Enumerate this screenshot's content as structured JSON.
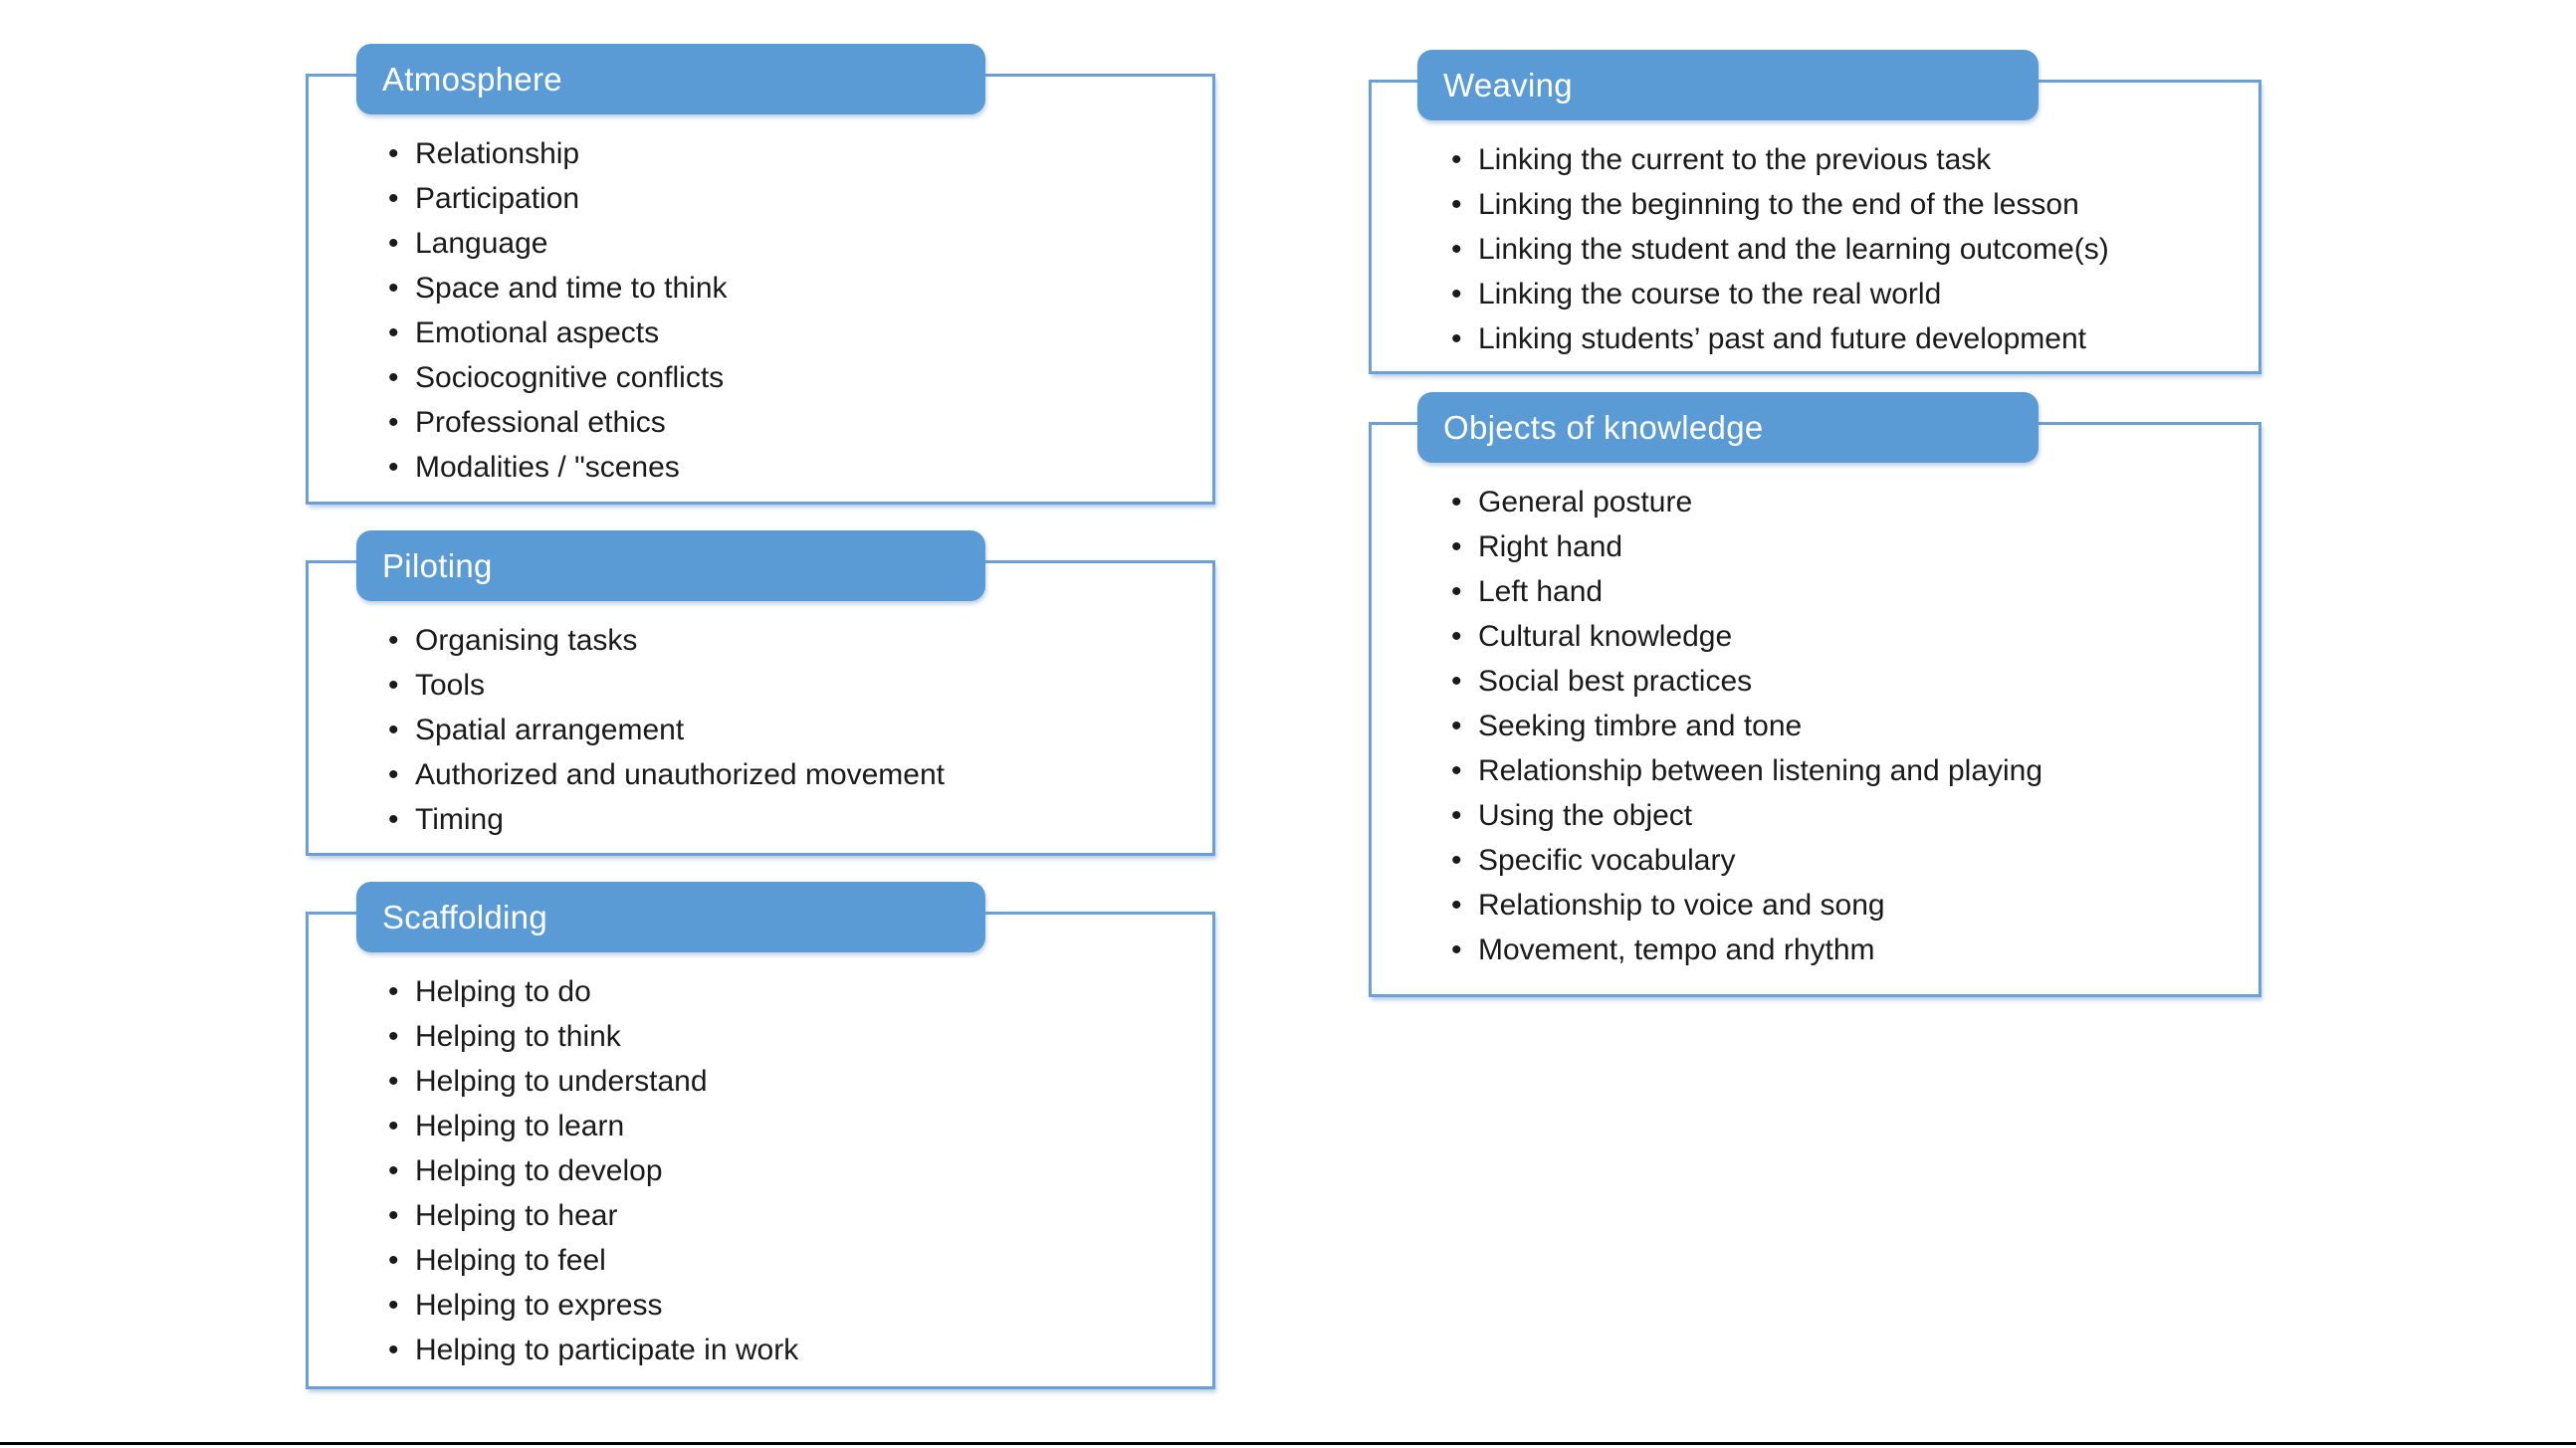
{
  "bullet_char": "•",
  "colors": {
    "header_bg": "#5B9BD5",
    "header_text": "#FFFFFF",
    "box_border": "#6A9FD8",
    "body_text": "#1A1A1A",
    "bottom_rule": "#000000",
    "background": "#FFFFFF"
  },
  "boxes": [
    {
      "title": "Atmosphere",
      "items": [
        "Relationship",
        "Participation",
        "Language",
        "Space and time to think",
        "Emotional aspects",
        "Sociocognitive conflicts",
        "Professional ethics",
        "Modalities / \"scenes"
      ]
    },
    {
      "title": "Piloting",
      "items": [
        "Organising tasks",
        "Tools",
        "Spatial arrangement",
        "Authorized and unauthorized movement",
        "Timing"
      ]
    },
    {
      "title": "Scaffolding",
      "items": [
        "Helping to do",
        "Helping to think",
        "Helping to understand",
        "Helping to learn",
        "Helping to develop",
        "Helping to hear",
        "Helping to feel",
        "Helping to express",
        "Helping to participate in work"
      ]
    },
    {
      "title": "Weaving",
      "items": [
        "Linking the current to the previous task",
        "Linking the beginning to the end of the lesson",
        "Linking the student and the learning outcome(s)",
        "Linking the course to the real world",
        "Linking students’ past and future development"
      ]
    },
    {
      "title": "Objects of knowledge",
      "items": [
        "General posture",
        "Right hand",
        "Left hand",
        "Cultural knowledge",
        "Social best practices",
        "Seeking timbre and tone",
        "Relationship between listening and playing",
        "Using the object",
        "Specific vocabulary",
        "Relationship to voice and song",
        "Movement, tempo and rhythm"
      ]
    }
  ]
}
